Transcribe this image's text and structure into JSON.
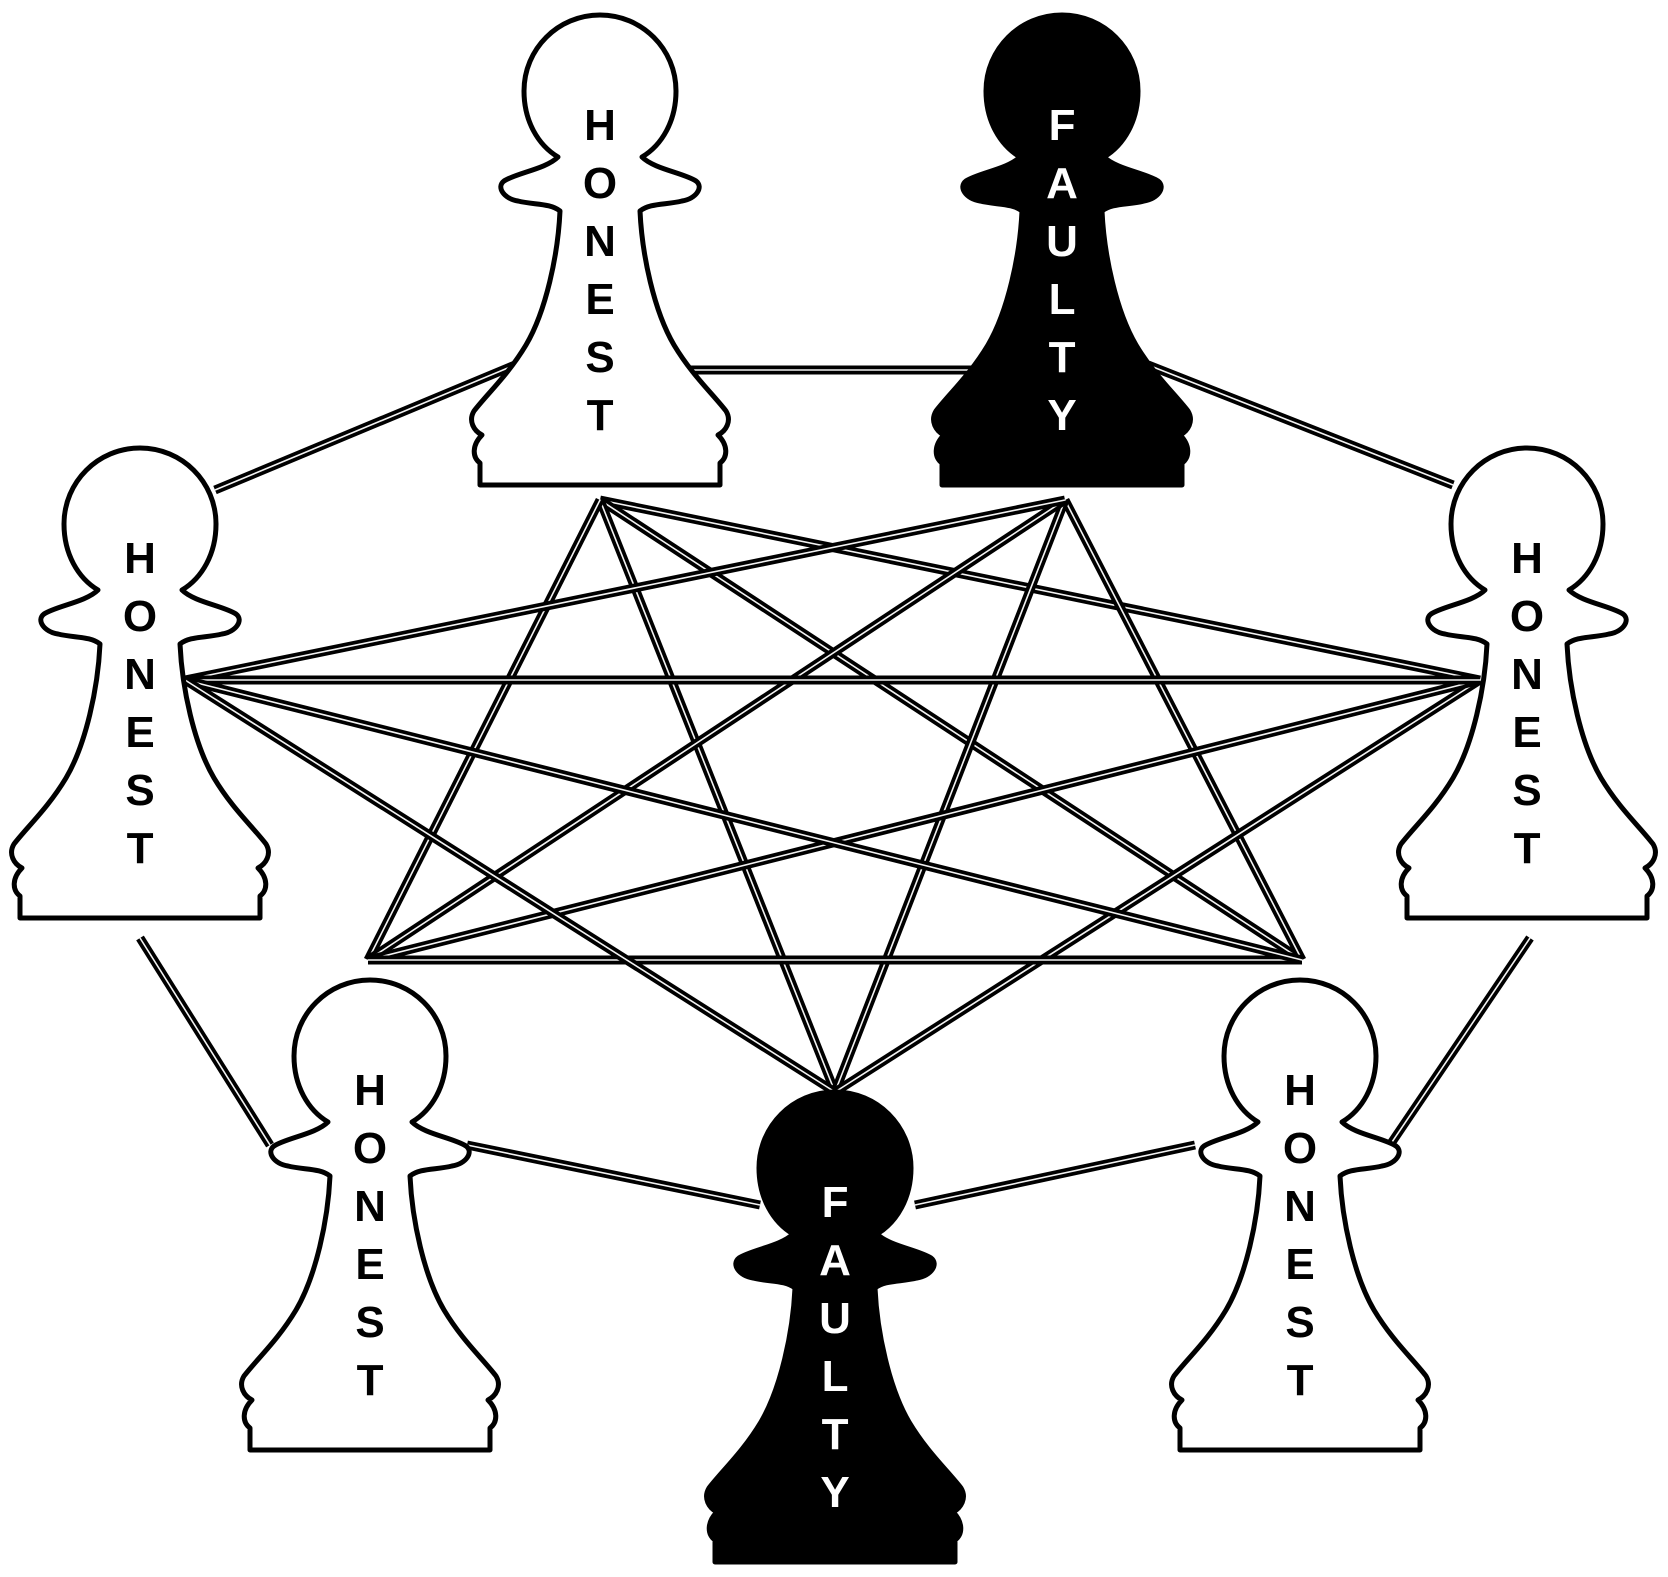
{
  "diagram": {
    "colors": {
      "honest_fill": "#ffffff",
      "honest_text": "#000000",
      "faulty_fill": "#000000",
      "faulty_text": "#ffffff",
      "edge": "#000000"
    },
    "nodes": [
      {
        "id": "top-left",
        "role": "honest",
        "label": "HONEST"
      },
      {
        "id": "top-right",
        "role": "faulty",
        "label": "FAULTY"
      },
      {
        "id": "right",
        "role": "honest",
        "label": "HONEST"
      },
      {
        "id": "bottom-right",
        "role": "honest",
        "label": "HONEST"
      },
      {
        "id": "bottom",
        "role": "faulty",
        "label": "FAULTY"
      },
      {
        "id": "bottom-left",
        "role": "honest",
        "label": "HONEST"
      },
      {
        "id": "left",
        "role": "honest",
        "label": "HONEST"
      }
    ],
    "connections": "complete-graph"
  }
}
